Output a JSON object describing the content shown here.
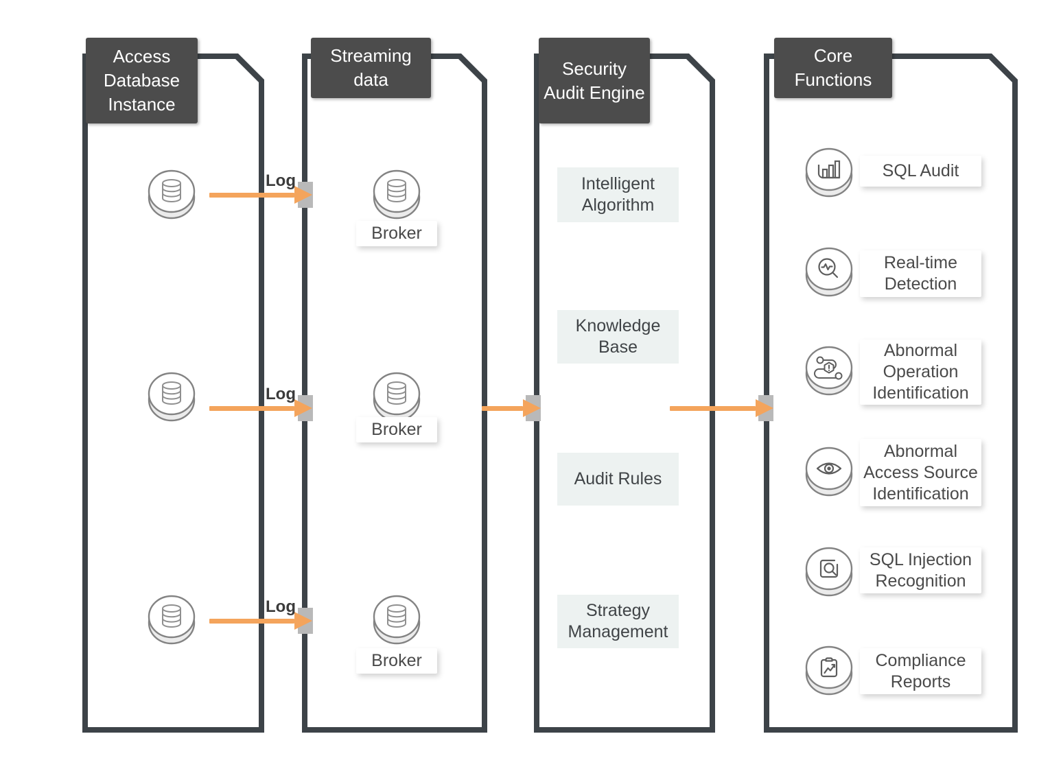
{
  "columns": [
    {
      "title": "Access Database Instance"
    },
    {
      "title": "Streaming data",
      "brokers": [
        "Broker",
        "Broker",
        "Broker"
      ]
    },
    {
      "title": "Security Audit Engine",
      "modules": [
        "Intelligent Algorithm",
        "Knowledge Base",
        "Audit Rules",
        "Strategy Management"
      ]
    },
    {
      "title": "Core Functions",
      "functions": [
        {
          "icon": "bar-chart-icon",
          "label": "SQL Audit"
        },
        {
          "icon": "realtime-detection-icon",
          "label": "Real-time Detection"
        },
        {
          "icon": "abnormal-operation-icon",
          "label": "Abnormal Operation Identification"
        },
        {
          "icon": "abnormal-access-eye-icon",
          "label": "Abnormal Access Source Identification"
        },
        {
          "icon": "sql-injection-scan-icon",
          "label": "SQL Injection Recognition"
        },
        {
          "icon": "compliance-reports-icon",
          "label": "Compliance Reports"
        }
      ]
    }
  ],
  "arrow_labels": [
    "Log",
    "Log",
    "Log"
  ],
  "colors": {
    "accent_orange": "#f4a45c",
    "panel_border": "#3d4348",
    "header_bg": "#4c4c4c",
    "module_box_bg": "#edf2f1",
    "label_text": "#4a4a4a"
  }
}
